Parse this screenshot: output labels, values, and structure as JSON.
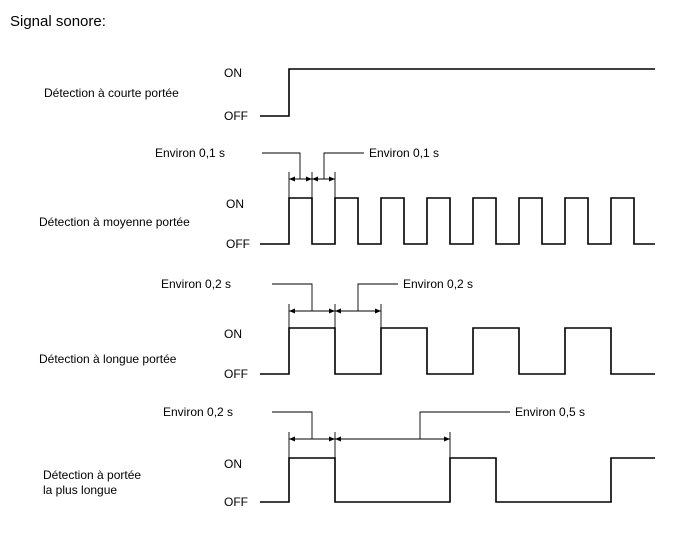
{
  "title": "Signal sonore:",
  "on_label": "ON",
  "off_label": "OFF",
  "rows": [
    {
      "id": "short",
      "label_lines": [
        "Détection à courte portée"
      ],
      "pattern": "constant-on"
    },
    {
      "id": "medium",
      "label_lines": [
        "Détection à moyenne portée"
      ],
      "pattern": "pulse",
      "on_duration": "Environ 0,1 s",
      "off_duration": "Environ 0,1 s"
    },
    {
      "id": "long",
      "label_lines": [
        "Détection à longue portée"
      ],
      "pattern": "pulse",
      "on_duration": "Environ 0,2 s",
      "off_duration": "Environ 0,2 s"
    },
    {
      "id": "longest",
      "label_lines": [
        "Détection à portée",
        "la plus longue"
      ],
      "pattern": "pulse",
      "on_duration": "Environ 0,2 s",
      "off_duration": "Environ 0,5 s"
    }
  ]
}
